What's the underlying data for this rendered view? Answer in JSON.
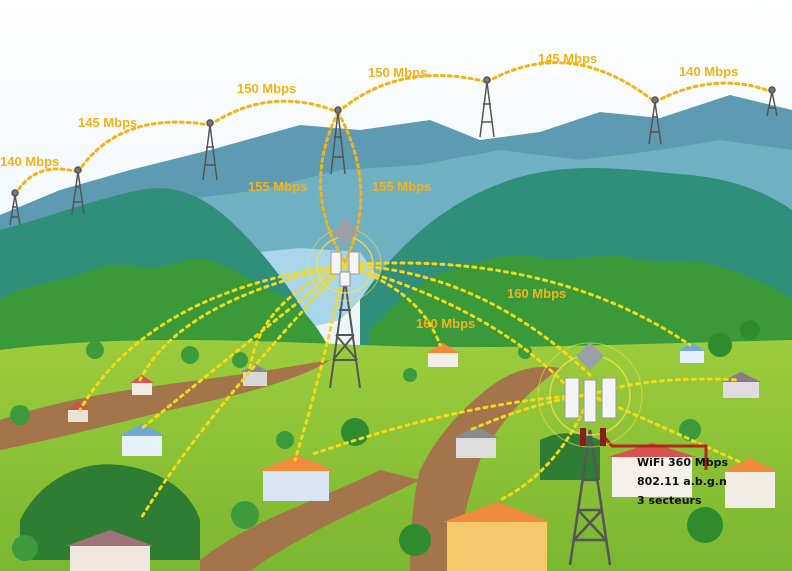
{
  "links": {
    "l1": "140 Mbps",
    "l2": "145 Mbps",
    "l3": "150 Mbps",
    "l4": "150 Mbps",
    "l5": "145 Mbps",
    "l6": "140 Mbps",
    "l7": "155 Mbps",
    "l8": "155 Mbps",
    "l9": "160 Mbps",
    "l10": "160 Mbps"
  },
  "wifi": {
    "line1": "WiFi 360 Mbps",
    "line2": "802.11 a.b.g.n",
    "line3": "3 secteurs"
  },
  "colors": {
    "link": "#f4b316",
    "sky": "#eef6fb",
    "house_roof": "#d9534f"
  }
}
